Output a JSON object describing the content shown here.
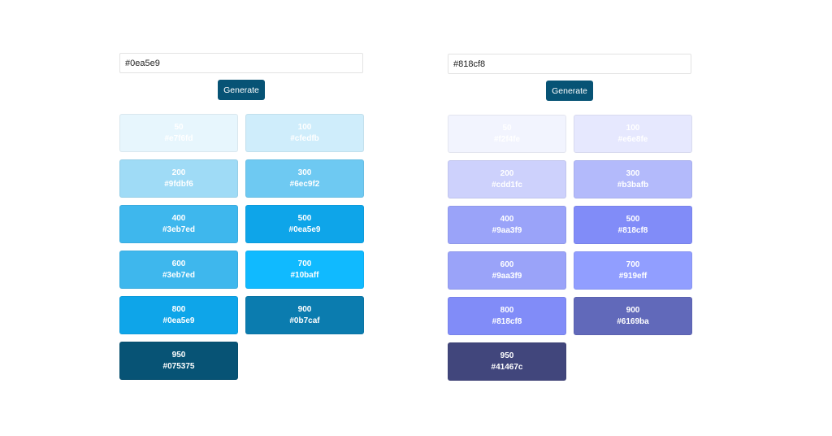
{
  "left": {
    "input_value": "#0ea5e9",
    "generate_label": "Generate",
    "swatches": [
      {
        "shade": "50",
        "hex": "#e7f6fd",
        "color": "#e7f6fd"
      },
      {
        "shade": "100",
        "hex": "#cfedfb",
        "color": "#cfedfb"
      },
      {
        "shade": "200",
        "hex": "#9fdbf6",
        "color": "#9fdbf6"
      },
      {
        "shade": "300",
        "hex": "#6ec9f2",
        "color": "#6ec9f2"
      },
      {
        "shade": "400",
        "hex": "#3eb7ed",
        "color": "#3eb7ed"
      },
      {
        "shade": "500",
        "hex": "#0ea5e9",
        "color": "#0ea5e9"
      },
      {
        "shade": "600",
        "hex": "#3eb7ed",
        "color": "#3eb7ed"
      },
      {
        "shade": "700",
        "hex": "#10baff",
        "color": "#10baff"
      },
      {
        "shade": "800",
        "hex": "#0ea5e9",
        "color": "#0ea5e9"
      },
      {
        "shade": "900",
        "hex": "#0b7caf",
        "color": "#0b7caf"
      },
      {
        "shade": "950",
        "hex": "#075375",
        "color": "#075375"
      }
    ]
  },
  "right": {
    "input_value": "#818cf8",
    "generate_label": "Generate",
    "swatches": [
      {
        "shade": "50",
        "hex": "#f2f4fe",
        "color": "#f2f4fe"
      },
      {
        "shade": "100",
        "hex": "#e6e8fe",
        "color": "#e6e8fe"
      },
      {
        "shade": "200",
        "hex": "#cdd1fc",
        "color": "#cdd1fc"
      },
      {
        "shade": "300",
        "hex": "#b3bafb",
        "color": "#b3bafb"
      },
      {
        "shade": "400",
        "hex": "#9aa3f9",
        "color": "#9aa3f9"
      },
      {
        "shade": "500",
        "hex": "#818cf8",
        "color": "#818cf8"
      },
      {
        "shade": "600",
        "hex": "#9aa3f9",
        "color": "#9aa3f9"
      },
      {
        "shade": "700",
        "hex": "#919eff",
        "color": "#919eff"
      },
      {
        "shade": "800",
        "hex": "#818cf8",
        "color": "#818cf8"
      },
      {
        "shade": "900",
        "hex": "#6169ba",
        "color": "#6169ba"
      },
      {
        "shade": "950",
        "hex": "#41467c",
        "color": "#41467c"
      }
    ]
  }
}
